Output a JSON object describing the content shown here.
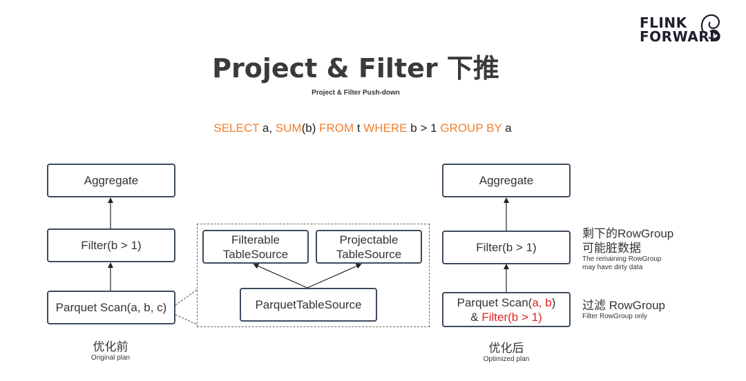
{
  "logo": {
    "line1": "FLINK",
    "line2": "FORWARD"
  },
  "title": "Project & Filter 下推",
  "subtitle": "Project & Filter Push-down",
  "sql": {
    "p1": "SELECT",
    "p2": " a, ",
    "p3": "SUM",
    "p4": "(b) ",
    "p5": "FROM",
    "p6": " t ",
    "p7": "WHERE",
    "p8": " b > 1 ",
    "p9": "GROUP BY",
    "p10": " a"
  },
  "left_plan": {
    "aggregate": "Aggregate",
    "filter": "Filter(b > 1)",
    "scan": "Parquet Scan(a, b, c)",
    "caption_zh": "优化前",
    "caption_en": "Original plan"
  },
  "middle": {
    "filterable_l1": "Filterable",
    "filterable_l2": "TableSource",
    "projectable_l1": "Projectable",
    "projectable_l2": "TableSource",
    "parquet": "ParquetTableSource"
  },
  "right_plan": {
    "aggregate": "Aggregate",
    "filter": "Filter(b > 1)",
    "scan_a": "Parquet Scan(",
    "scan_b": "a, b",
    "scan_c": ")",
    "scan_d": "& ",
    "scan_e": "Filter(b > 1)",
    "caption_zh": "优化后",
    "caption_en": "Optimized plan"
  },
  "notes": {
    "remaining_zh1": "剩下的RowGroup",
    "remaining_zh2": "可能脏数据",
    "remaining_en1": "The remaining RowGroup",
    "remaining_en2": "may have dirty data",
    "filter_zh": "过滤 RowGroup",
    "filter_en": "Filter RowGroup only"
  },
  "colors": {
    "keyword": "#f07f2c",
    "pushed": "#e02020",
    "box_border": "#3d4a5c"
  }
}
